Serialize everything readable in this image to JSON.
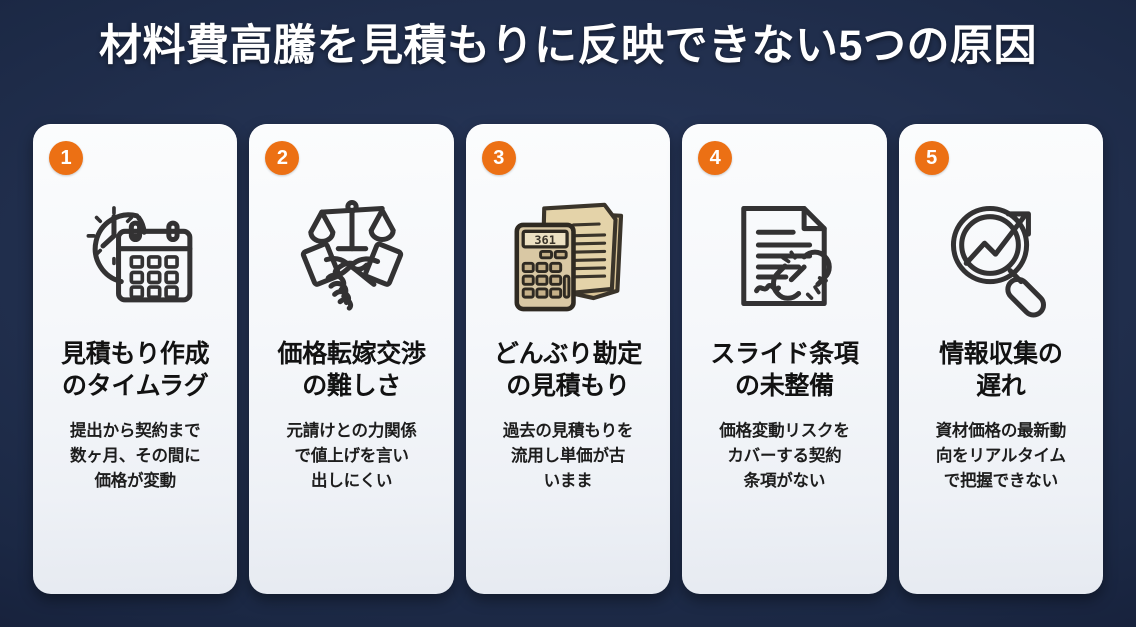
{
  "page": {
    "title": "材料費高騰を見積もりに反映できない5つの原因",
    "background_color": "#22304f",
    "accent_color": "#ec7014",
    "card_color": "#f5f7fa",
    "title_color": "#ffffff"
  },
  "cards": [
    {
      "number": "1",
      "icon": "clock-calendar-icon",
      "title": "見積もり作成\nのタイムラグ",
      "title_lines": [
        "見積もり作成",
        "のタイムラグ"
      ],
      "description": "提出から契約まで数ヶ月、その間に価格が変動",
      "description_lines": [
        "提出から契約まで",
        "数ヶ月、その間に",
        "価格が変動"
      ]
    },
    {
      "number": "2",
      "icon": "scales-handshake-icon",
      "title": "価格転嫁交渉\nの難しさ",
      "title_lines": [
        "価格転嫁交渉",
        "の難しさ"
      ],
      "description": "元請けとの力関係で値上げを言い出しにくい",
      "description_lines": [
        "元請けとの力関係",
        "で値上げを言い",
        "出しにくい"
      ]
    },
    {
      "number": "3",
      "icon": "calculator-documents-icon",
      "calculator_display": "361",
      "title": "どんぶり勘定\nの見積もり",
      "title_lines": [
        "どんぶり勘定",
        "の見積もり"
      ],
      "description": "過去の見積もりを流用し単価が古いまま",
      "description_lines": [
        "過去の見積もりを",
        "流用し単価が古",
        "いまま"
      ]
    },
    {
      "number": "4",
      "icon": "contract-broken-link-icon",
      "title": "スライド条項\nの未整備",
      "title_lines": [
        "スライド条項",
        "の未整備"
      ],
      "description": "価格変動リスクをカバーする契約条項がない",
      "description_lines": [
        "価格変動リスクを",
        "カバーする契約",
        "条項がない"
      ]
    },
    {
      "number": "5",
      "icon": "magnifier-trend-arrow-icon",
      "title": "情報収集の\n遅れ",
      "title_lines": [
        "情報収集の",
        "遅れ"
      ],
      "description": "資材価格の最新動向をリアルタイムで把握できない",
      "description_lines": [
        "資材価格の最新動",
        "向をリアルタイム",
        "で把握できない"
      ]
    }
  ]
}
